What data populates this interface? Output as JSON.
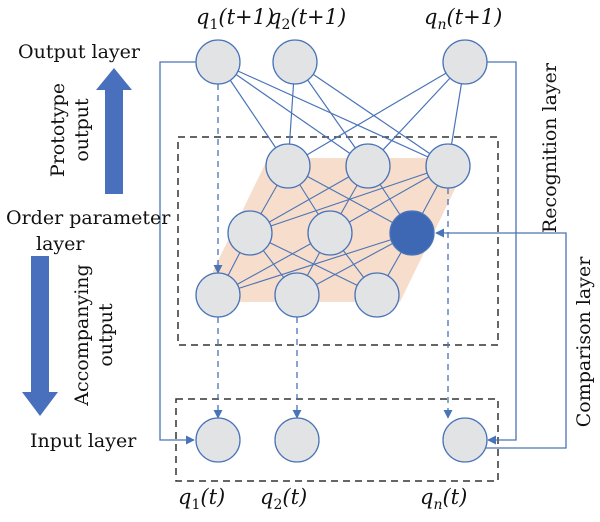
{
  "labels": {
    "output_layer": "Output layer",
    "order_parameter_line1": "Order parameter",
    "order_parameter_line2": "layer",
    "input_layer": "Input layer",
    "prototype_output_line1": "Prototype",
    "prototype_output_line2": "output",
    "accompanying_output_line1": "Accompanying",
    "accompanying_output_line2": "output",
    "recognition_layer": "Recognition layer",
    "comparison_layer": "Comparison layer"
  },
  "nodes": {
    "top": [
      {
        "var": "q",
        "sub": "1",
        "arg": "(t+1)"
      },
      {
        "var": "q",
        "sub": "2",
        "arg": "(t+1)"
      },
      {
        "var": "q",
        "sub": "n",
        "arg": "(t+1)"
      }
    ],
    "bottom": [
      {
        "var": "q",
        "sub": "1",
        "arg": "(t)"
      },
      {
        "var": "q",
        "sub": "2",
        "arg": "(t)"
      },
      {
        "var": "q",
        "sub": "n",
        "arg": "(t)"
      }
    ]
  },
  "colors": {
    "node_fill": "#e2e3e5",
    "node_stroke": "#4a74b8",
    "active_node": "#3f68b4",
    "line": "#4a74b8",
    "arrow_fill": "#4870bc",
    "parallelogram": "#f7ddcb",
    "dashed_box": "#333333"
  }
}
